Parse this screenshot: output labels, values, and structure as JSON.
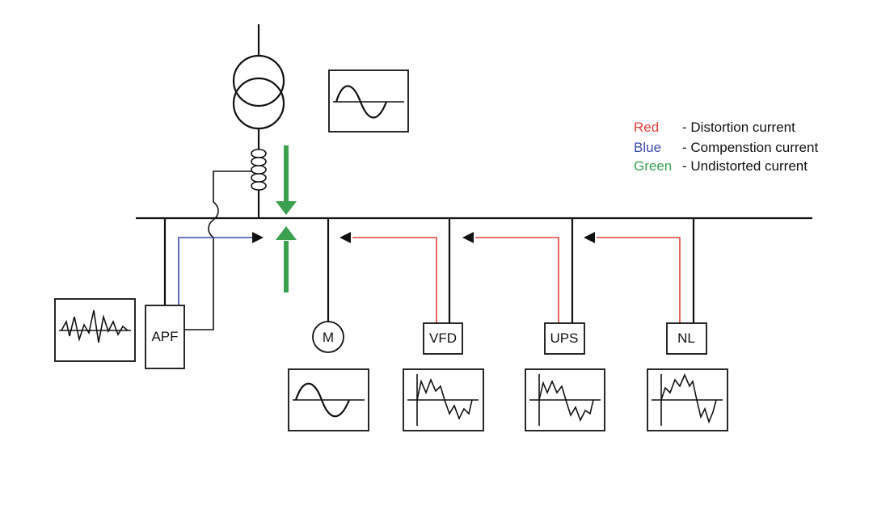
{
  "legend": [
    {
      "color_word": "Red",
      "description": "- Distortion current",
      "color": "#e0413a"
    },
    {
      "color_word": "Blue",
      "description": "- Compenstion current",
      "color": "#3a4aa8"
    },
    {
      "color_word": "Green",
      "description": "- Undistorted current",
      "color": "#3aa050"
    }
  ],
  "devices": {
    "apf": "APF",
    "motor": "M",
    "vfd": "VFD",
    "ups": "UPS",
    "nl": "NL"
  },
  "colors": {
    "distortion": "#e0413a",
    "compensation": "#3a4aa8",
    "undistorted": "#3aa050",
    "line": "#111111"
  }
}
